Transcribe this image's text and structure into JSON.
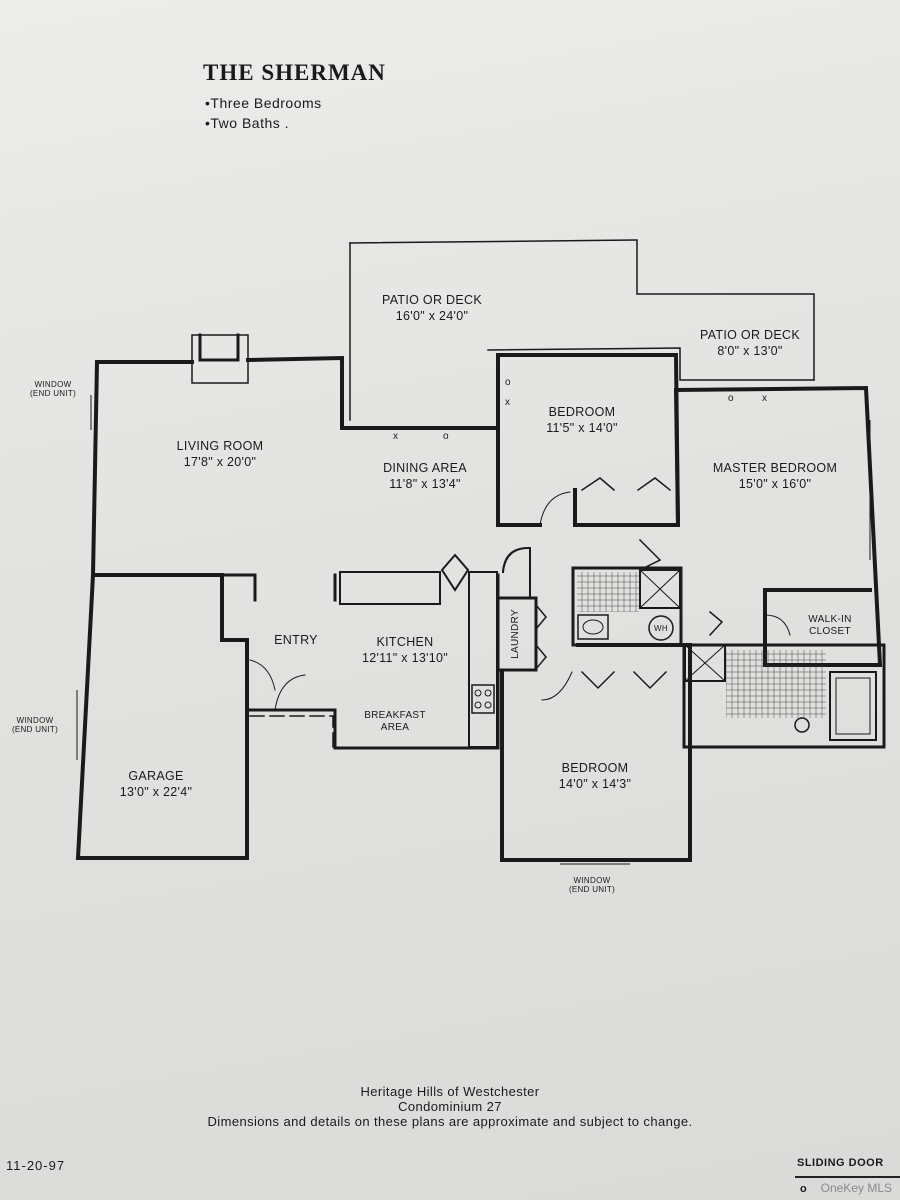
{
  "header": {
    "title": "THE SHERMAN",
    "features": [
      "•Three Bedrooms",
      "•Two Baths ."
    ]
  },
  "rooms": {
    "patio_large": {
      "name": "PATIO OR DECK",
      "dims": "16'0\" x 24'0\""
    },
    "patio_small": {
      "name": "PATIO OR DECK",
      "dims": "8'0\" x 13'0\""
    },
    "living_room": {
      "name": "LIVING ROOM",
      "dims": "17'8\" x 20'0\""
    },
    "dining_area": {
      "name": "DINING AREA",
      "dims": "11'8\" x 13'4\""
    },
    "bedroom_upper": {
      "name": "BEDROOM",
      "dims": "11'5\" x 14'0\""
    },
    "master_bedroom": {
      "name": "MASTER BEDROOM",
      "dims": "15'0\" x 16'0\""
    },
    "walk_in_closet": {
      "name": "WALK-IN",
      "name2": "CLOSET"
    },
    "entry": {
      "name": "ENTRY"
    },
    "kitchen": {
      "name": "KITCHEN",
      "dims": "12'11\" x 13'10\""
    },
    "laundry": {
      "name": "LAUNDRY"
    },
    "breakfast_area": {
      "name": "BREAKFAST",
      "name2": "AREA"
    },
    "garage": {
      "name": "GARAGE",
      "dims": "13'0\" x 22'4\""
    },
    "bedroom_lower": {
      "name": "BEDROOM",
      "dims": "14'0\" x 14'3\""
    },
    "water_heater": {
      "name": "WH"
    }
  },
  "windows": {
    "label": "WINDOW",
    "sub": "(END UNIT)"
  },
  "footer": {
    "line1": "Heritage Hills of Westchester",
    "line2": "Condominium 27",
    "line3": "Dimensions and details on these plans are approximate and subject to change.",
    "date": "11-20-97",
    "legend_label": "SLIDING DOOR",
    "legend_symbol": "o",
    "watermark": "OneKey MLS"
  },
  "colors": {
    "paper": "#e4e4e2",
    "ink": "#1a1a1a"
  }
}
